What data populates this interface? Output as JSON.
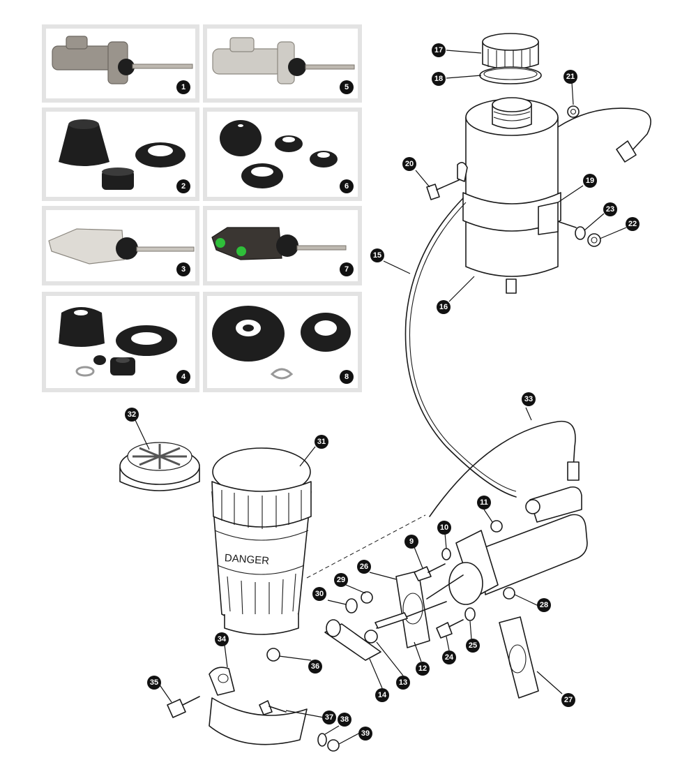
{
  "diagram": {
    "photo_panels": [
      {
        "number": "1",
        "part": "master-cylinder-grey"
      },
      {
        "number": "5",
        "part": "master-cylinder-tan"
      },
      {
        "number": "2",
        "part": "seal-kit-a"
      },
      {
        "number": "6",
        "part": "seal-kit-b"
      },
      {
        "number": "3",
        "part": "master-cylinder-alloy"
      },
      {
        "number": "7",
        "part": "master-cylinder-dark-green-caps"
      },
      {
        "number": "4",
        "part": "seal-kit-c"
      },
      {
        "number": "8",
        "part": "seal-kit-d"
      }
    ],
    "reservoir_label": "DANGER",
    "callouts": [
      "9",
      "10",
      "11",
      "12",
      "13",
      "14",
      "15",
      "16",
      "17",
      "18",
      "19",
      "20",
      "21",
      "22",
      "23",
      "24",
      "25",
      "26",
      "27",
      "28",
      "29",
      "30",
      "31",
      "32",
      "33",
      "34",
      "35",
      "36",
      "37",
      "38",
      "39"
    ]
  }
}
